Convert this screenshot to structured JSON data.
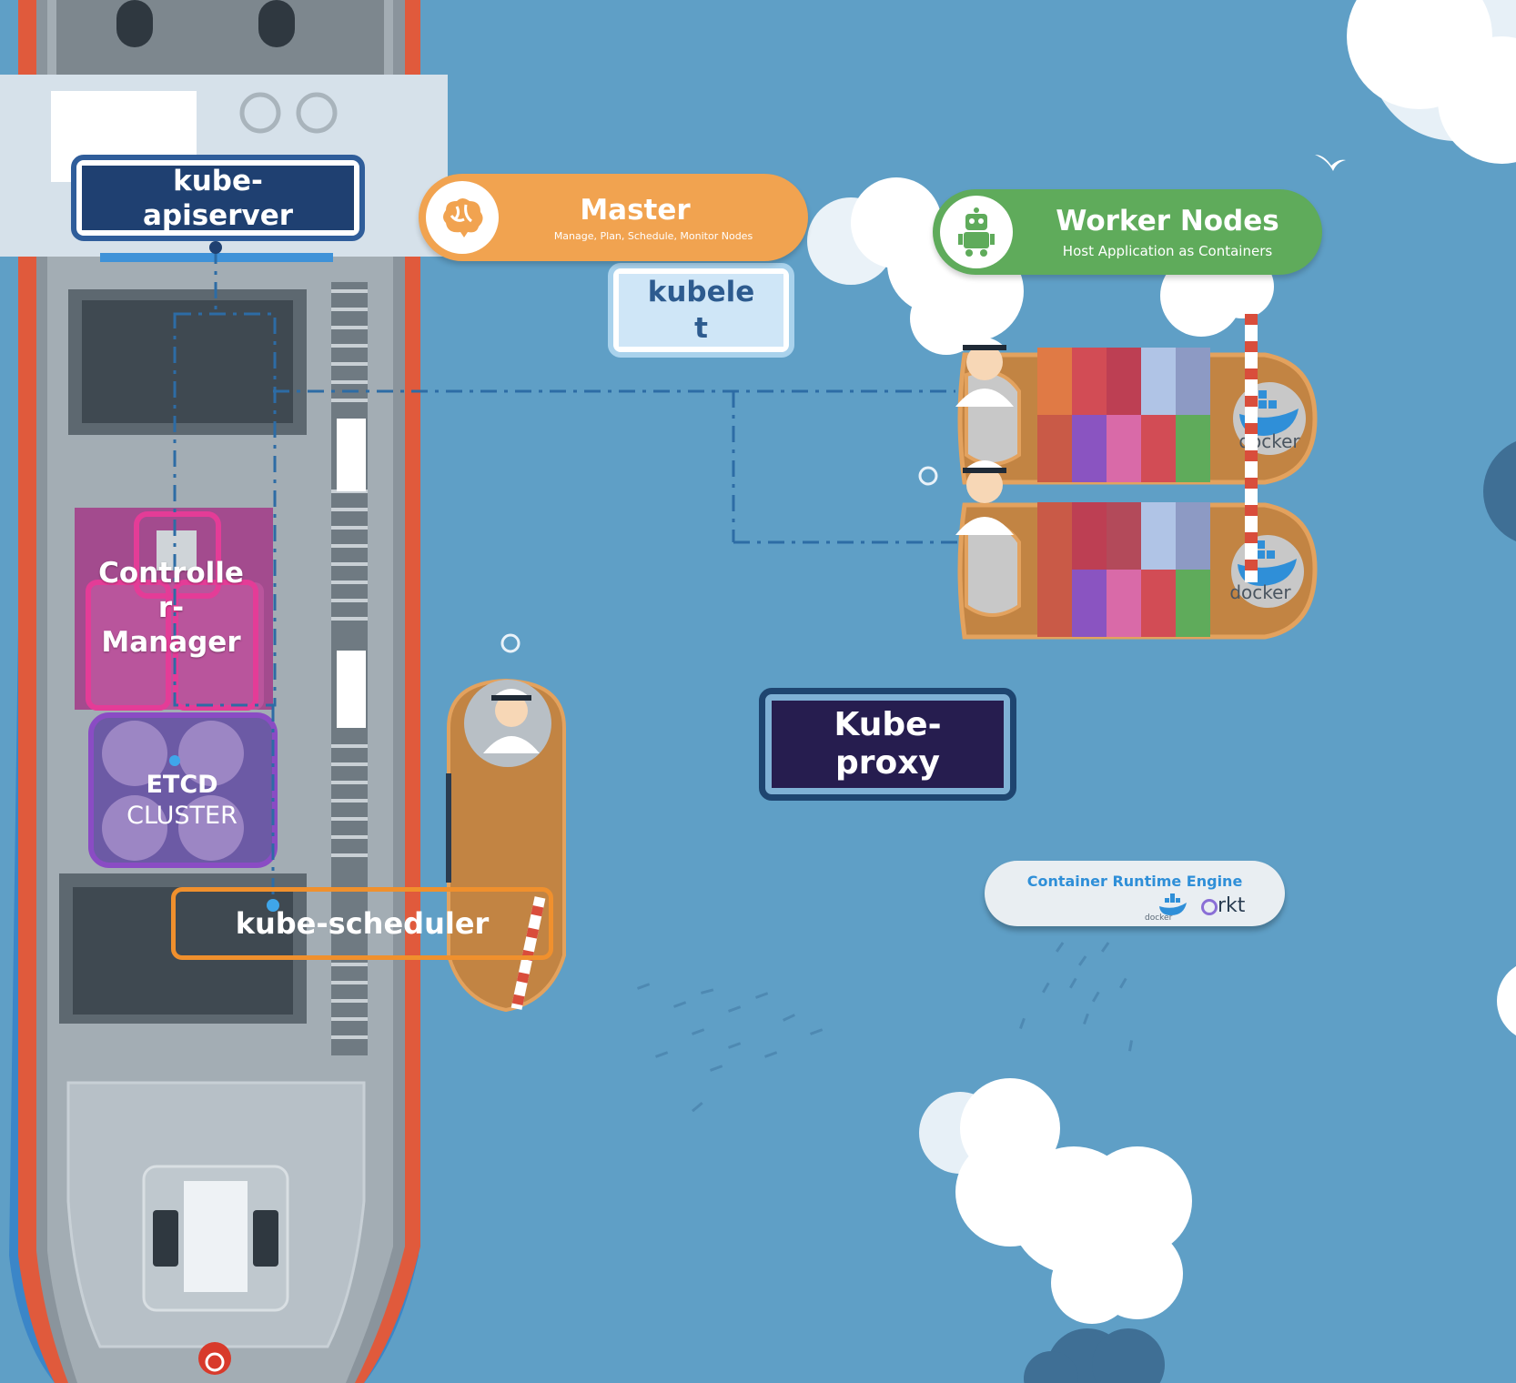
{
  "labels": {
    "apiserver": [
      "kube-",
      "apiserver"
    ],
    "kubelet": [
      "kubele",
      "t"
    ],
    "proxy": [
      "Kube-",
      "proxy"
    ],
    "controller": [
      "Controlle",
      "r-",
      "Manager"
    ],
    "etcd": [
      "ETCD",
      "CLUSTER"
    ],
    "scheduler": "kube-scheduler"
  },
  "master": {
    "title": "Master",
    "subtitle": "Manage, Plan, Schedule, Monitor Nodes",
    "icon": "brain-icon"
  },
  "worker": {
    "title": "Worker Nodes",
    "subtitle": "Host Application as Containers",
    "icon": "robot-icon"
  },
  "runtime": {
    "title": "Container Runtime Engine",
    "engines": [
      "docker",
      "rkt"
    ]
  },
  "docker_logo_text": "docker",
  "colors": {
    "sea": "#5f9fc6",
    "master": "#f1a350",
    "worker": "#5fab5b",
    "apiserver": "#1f4071",
    "proxy": "#261d4f",
    "controller": "#c2428f",
    "etcd": "#7b5bb1",
    "scheduler": "#f0902d",
    "ship_hull": "#e05a3c"
  }
}
